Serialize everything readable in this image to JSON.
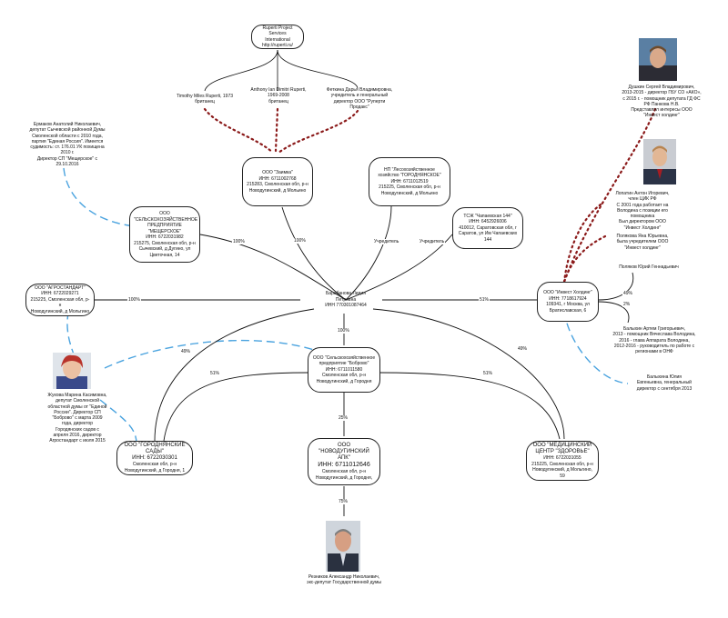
{
  "center": {
    "name": "Барабанова Лидия\nПетровна",
    "inn": "ИНН 770301087464"
  },
  "nodes": {
    "ruperti": {
      "lines": [
        "Ruperti Project",
        "Services International",
        "http://ruperti.ru/"
      ]
    },
    "zaimka": {
      "title": "ООО \"Заимка\"",
      "lines": [
        "ИНН: 6711002768",
        "215283, Смоленская обл, р-н",
        "Новодугинский, д Мольино"
      ]
    },
    "lesokhoz": {
      "title": "НП \"Лесохозяйственное хозяйство \"ГОРОДНЯНСКОЕ\"",
      "lines": [
        "ИНН: 6711012519",
        "215225, Смоленская обл, р-н",
        "Новодугинский, д Мольино"
      ]
    },
    "tszh": {
      "title": "ТСЖ \"Чапаевская 144\"",
      "lines": [
        "ИНН: 6452926006",
        "410012, Саратовская обл, г",
        "Саратов, ул Им Чапаевских",
        "144"
      ]
    },
    "mescherskoe": {
      "title": "ООО \"СЕЛЬСКОХОЗЯЙСТВЕННОЕ ПРЕДПРИЯТИЕ \"МЕЩЕРСКОЕ\"",
      "lines": [
        "ИНН: 6722031982",
        "215275, Смоленская обл, р-н",
        "Сычевский, д Дугино, ул",
        "Цветочная, 14"
      ]
    },
    "agrostandart": {
      "title": "ООО \"АГРОСТАНДАРТ\"",
      "lines": [
        "ИНН: 6722029271",
        "215225, Смоленская обл, р-н",
        "Новодугинский, д Мольгино"
      ]
    },
    "invest": {
      "title": "ООО \"Инвест Холдинг\"",
      "lines": [
        "ИНН: 7718617924",
        "109341, г Москва, ул",
        "Братиславская, 6"
      ]
    },
    "bobrovo": {
      "title": "ООО \"Сельскохозяйственное предприятие \"Боброво\"",
      "lines": [
        "ИНН: 6711011580",
        "Смоленская обл, р-н",
        "Новодугинский, д Городня"
      ]
    },
    "gorodnyansk": {
      "title": "ООО \"ГОРОДНЯНСКИЕ САДЫ\"",
      "inn": "ИНН: 6722030301",
      "lines": [
        "Смоленская обл, р-н",
        "Новодугинский, д Городня, 1"
      ]
    },
    "apk": {
      "title": "ООО \"НОВОДУГИНСКИЙ АПК\"",
      "inn": "ИНН: 6711012646",
      "lines": [
        "Смоленская обл, р-н",
        "Новодугинский, д Городня,"
      ]
    },
    "medcenter": {
      "title": "ООО \"МЕДИЦИНСКИЙ ЦЕНТР \"ЗДОРОВЬЕ\"",
      "lines": [
        "ИНН: 6722031055",
        "215225, Смоленская обл, р-н",
        "Новодугинский, д Мольгино, 59"
      ]
    }
  },
  "notes": {
    "timothy": "Timothy Miles Ruperti, 1973\nбританец",
    "anthony": "Anthony Ian Dimitri Ruperti,\n1969-2008\nбританец",
    "fetkina": "Феткина Дарья Владимировна,\nучредитель и генеральный\nдиректор ООО \"Руперти\nПродакс\"",
    "ermakov": "Ермаков Анатолий Николаевич,\nдепутат Сычевской районной Думы\nСмоленской области с 2010 года,\nпартия \"Единая Россия\". Имеется\nсудимость: ст. 176.01 УК похищена\n2010 г.\nДиректор СП \"Мещерское\" с\n29.10.2016",
    "zhukova": "Жукова Марина Касимовна,\nдепутат Смоленской\nобластной думы от \"Единой\nРоссии\". Директор СП\n\"Боброво\" с марта 2009\nгода, директор\nГородянских садов с\nапреля 2016, директор\nАгростандарт с июля 2015",
    "dushkin": "Душкин Сергей Владимирович,\n2013-2015 - директор ГБУ СО «АКО»,\nс 2015 г. - помощник депутата ГД ФС\nРФ Панкова Н.В.\nПредставлял интересы ООО\n\"Инвест холдинг\"",
    "lopatin": "Лопатин Антон Игоревич,\nчлен ЦИК РФ\nС 2001 года работает на\nВолодина с позиции его\nпомощника\nБыл директором ООО\n\"Инвест Холдинг\"",
    "polyakova": "Полякова Яна Юрьевна,\nбыла учредителем ООО\n\"Инвест холдинг\"",
    "polyakov": "Поляков Юрий Геннадьевич",
    "balykhin": "Балыхин Артем Григорьевич,\n2013 - помощник Вячеслава Володина,\n2016 - глава Аппарата Володина,\n2012-2016 - руководитель по работе с\nрегионами в ОНФ",
    "balykhina": "Балыхина Юлия\nЕвгеньевна, генеральный\nдиректор с сентября 2013",
    "reznikov": "Резников Александр Николаевич,\nэкс-депутат Государственной думы"
  },
  "edge_labels": {
    "mescherskoe": "100%",
    "zaimka": "100%",
    "lesokhoz": "Учредитель",
    "tszh": "Учредитель",
    "agrostandart": "100%",
    "invest": "51%",
    "bobrovo": "100%",
    "medcenter": "49%",
    "bobrovo_gorod": "49%",
    "bobrovo_med": "51%",
    "bobrovo_sady": "51%",
    "bobrovo_apk": "25%",
    "reznikov_apk": "75%",
    "polyakov_invest": "49%",
    "balykhin_invest": "2%"
  },
  "colors": {
    "dotted": "#8b1a1a",
    "dashed": "#4aa3df",
    "line": "#111111"
  }
}
